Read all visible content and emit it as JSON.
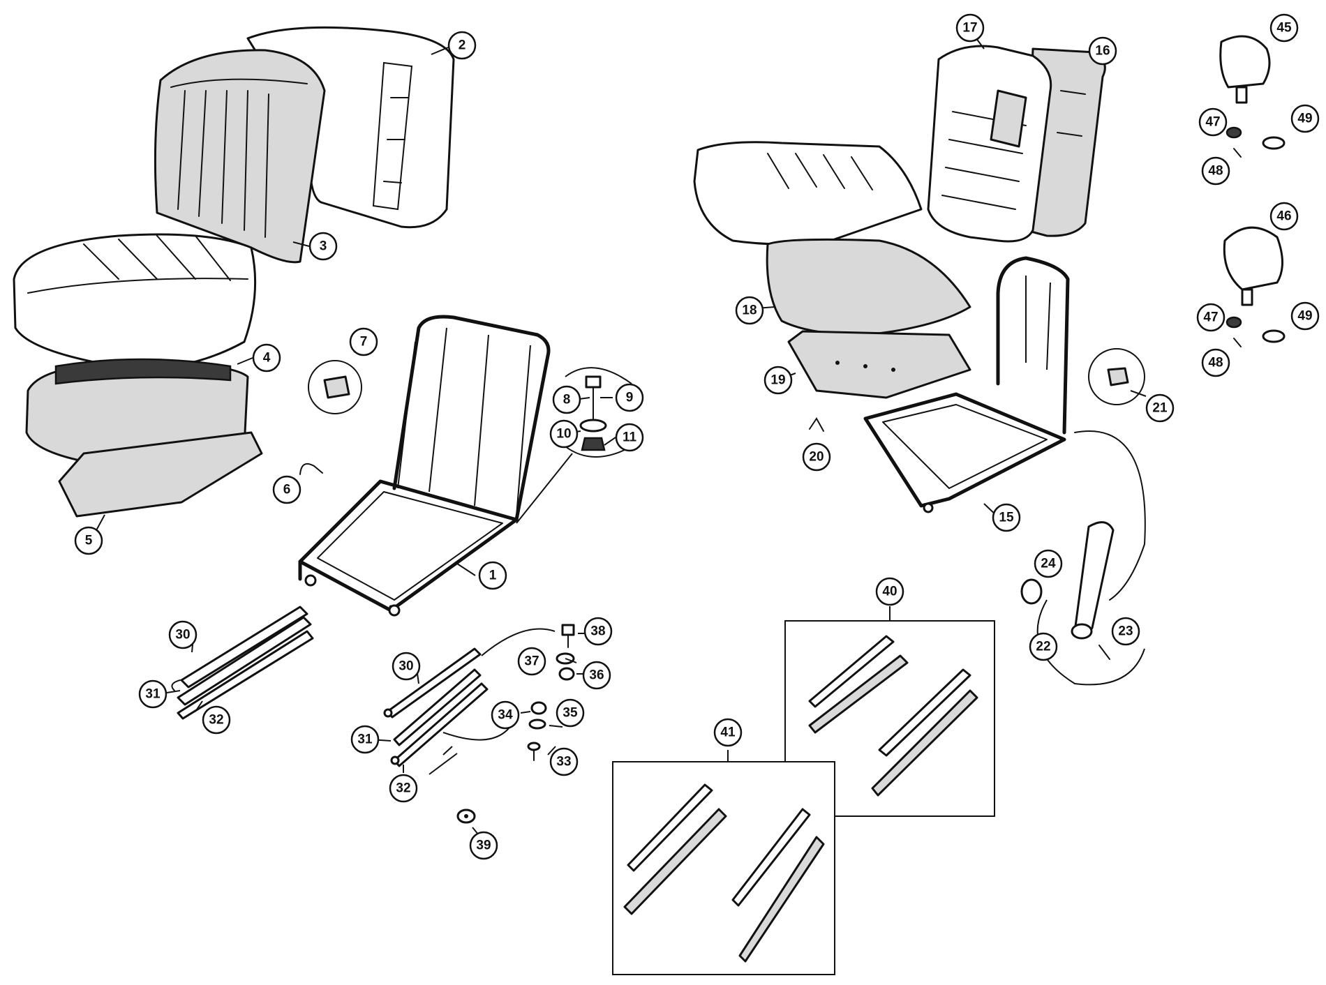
{
  "callouts": {
    "c1": "1",
    "c2": "2",
    "c3": "3",
    "c4": "4",
    "c5": "5",
    "c6": "6",
    "c7": "7",
    "c8": "8",
    "c9": "9",
    "c10": "10",
    "c11": "11",
    "c15": "15",
    "c16": "16",
    "c17": "17",
    "c18": "18",
    "c19": "19",
    "c20": "20",
    "c21": "21",
    "c22": "22",
    "c23": "23",
    "c24": "24",
    "c30a": "30",
    "c31a": "31",
    "c32a": "32",
    "c30b": "30",
    "c31b": "31",
    "c32b": "32",
    "c33": "33",
    "c34": "34",
    "c35": "35",
    "c36": "36",
    "c37": "37",
    "c38": "38",
    "c39": "39",
    "c40": "40",
    "c41": "41",
    "c45": "45",
    "c46": "46",
    "c47a": "47",
    "c48a": "48",
    "c49a": "49",
    "c47b": "47",
    "c48b": "48",
    "c49b": "49"
  }
}
